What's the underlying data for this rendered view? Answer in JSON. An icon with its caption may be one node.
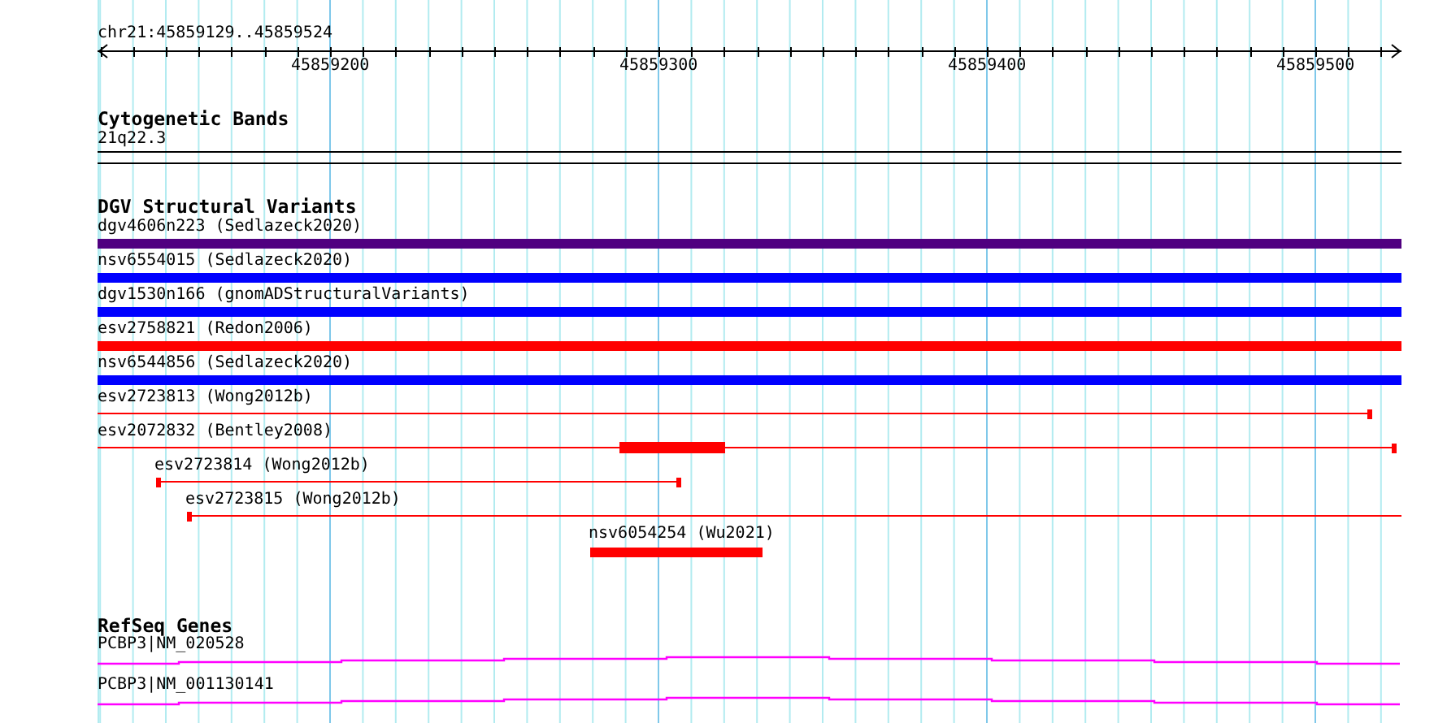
{
  "diagram": {
    "labels": [
      "chr21:45859129..45859524",
      "45859200",
      "45859300",
      "45859400",
      "45859500",
      "Cytogenetic Bands",
      "21q22.3",
      "DGV Structural Variants",
      "dgv4606n223 (Sedlazeck2020)",
      "nsv6554015 (Sedlazeck2020)",
      "dgv1530n166 (gnomADStructuralVariants)",
      "esv2758821 (Redon2006)",
      "nsv6544856 (Sedlazeck2020)",
      "esv2723813 (Wong2012b)",
      "esv2072832 (Bentley2008)",
      "esv2723814 (Wong2012b)",
      "esv2723815 (Wong2012b)",
      "nsv6054254 (Wu2021)",
      "RefSeq Genes",
      "PCBP3|NM_020528",
      "PCBP3|NM_001130141"
    ]
  }
}
